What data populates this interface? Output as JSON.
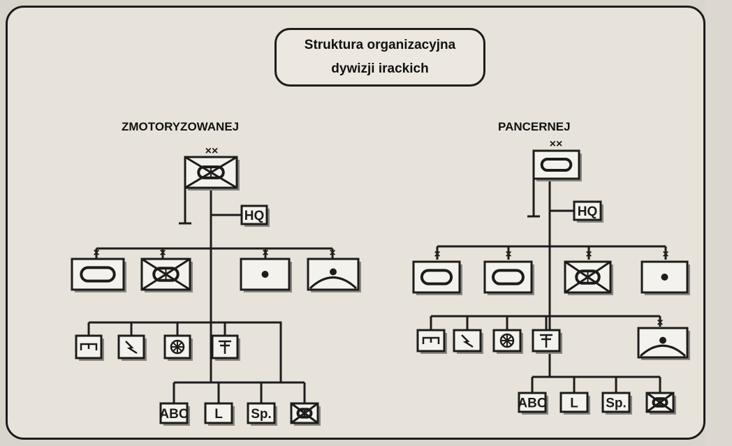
{
  "title": {
    "line1": "Struktura organizacyjna",
    "line2": "dywizji irackich"
  },
  "sections": {
    "motorized": {
      "label": "ZMOTORYZOWANEJ"
    },
    "armored": {
      "label": "PANCERNEJ"
    }
  },
  "symbols": {
    "division_echelon": "××",
    "brigade_echelon": "×",
    "headquarters": "HQ",
    "chemical": "ABC",
    "logistics": "L",
    "special": "Sp."
  },
  "colors": {
    "ink": "#1c1c1c",
    "paper": "#e7e3da",
    "box_fill": "#f4f2ec",
    "shadow": "#8a8680"
  }
}
